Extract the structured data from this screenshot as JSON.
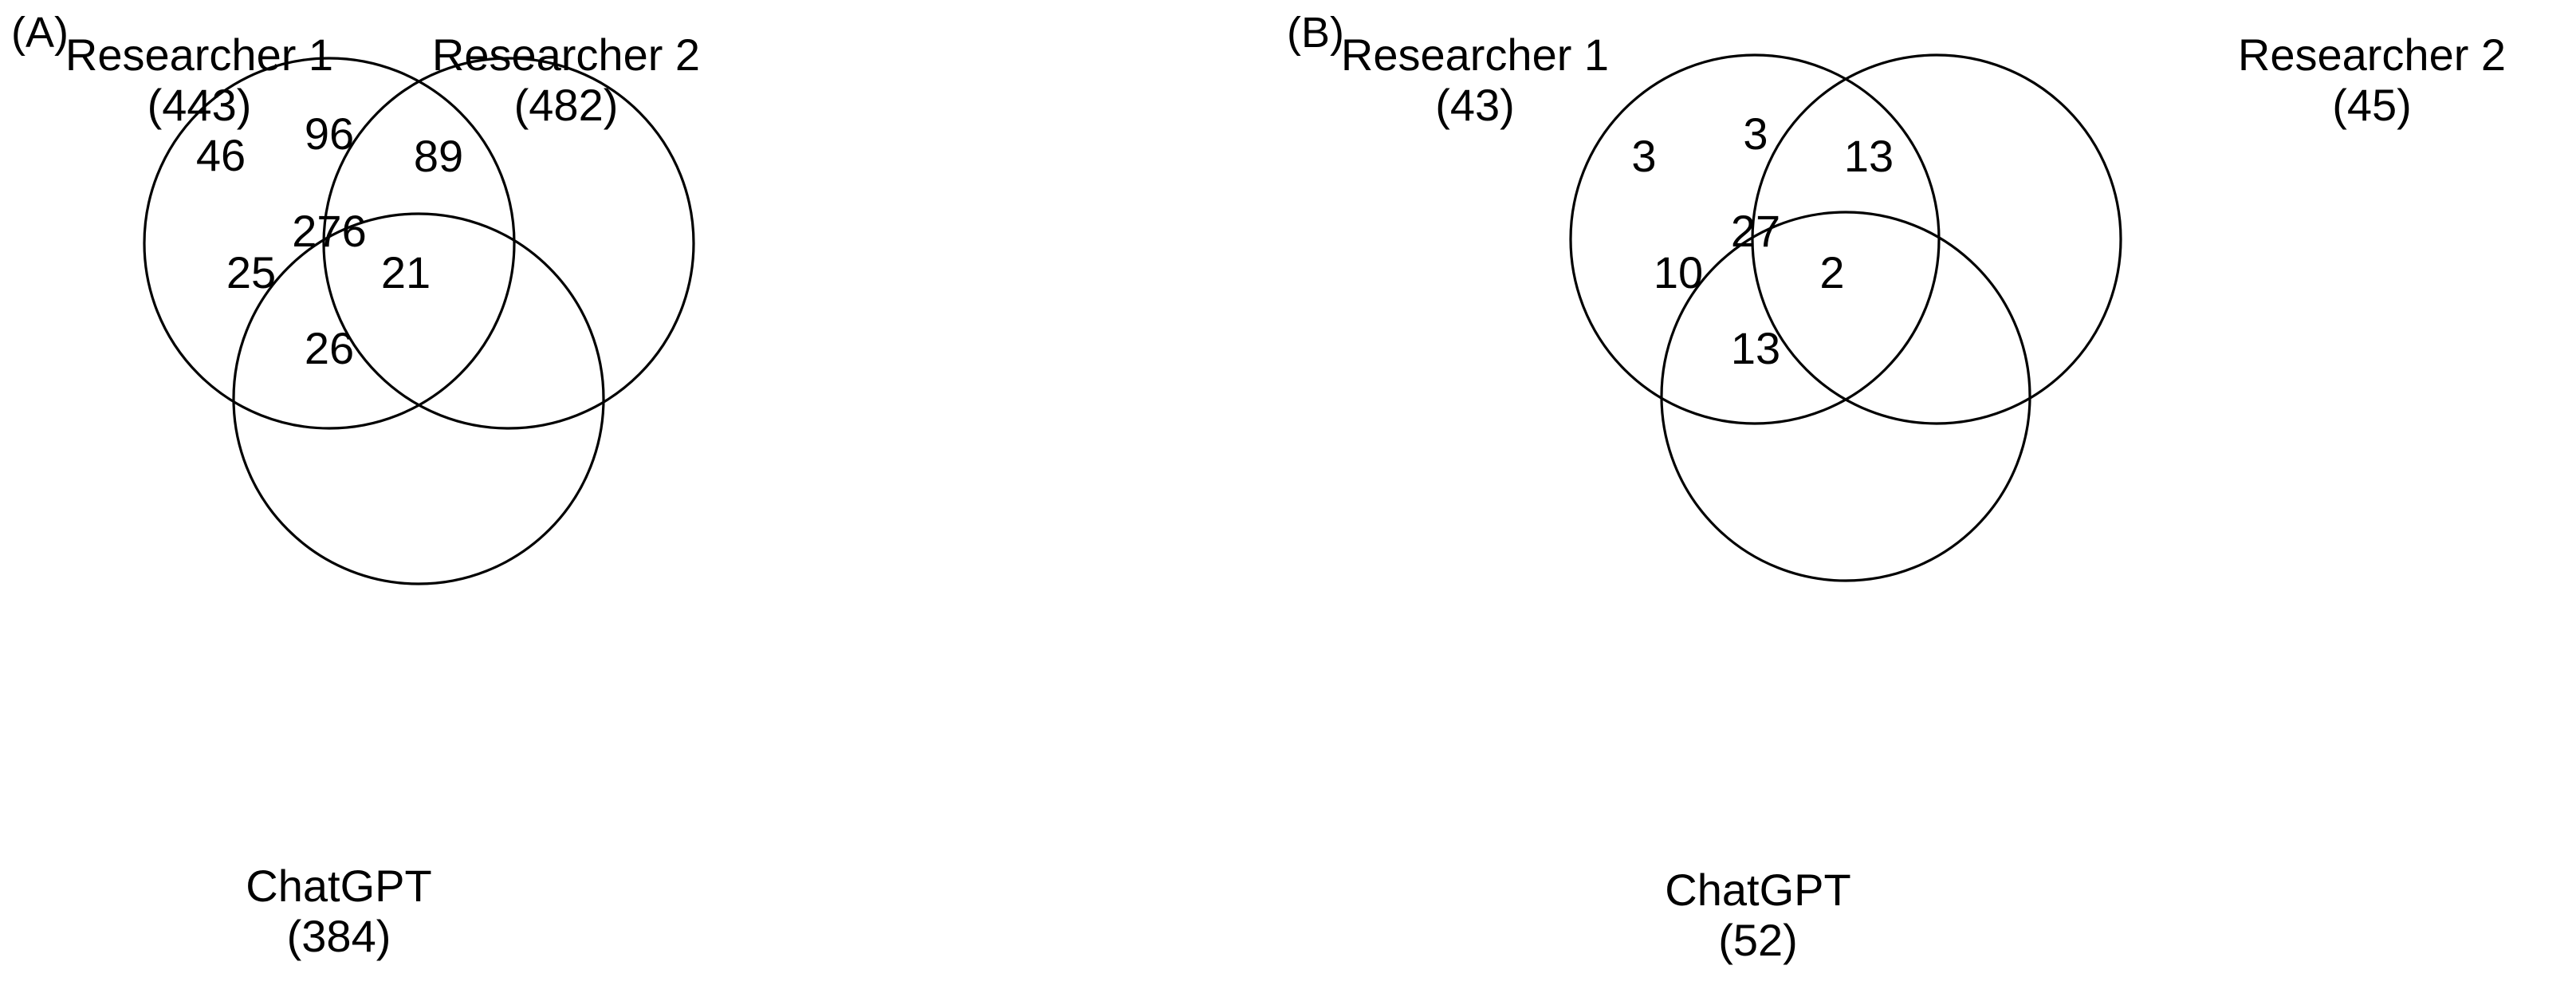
{
  "figure": {
    "background_color": "#ffffff",
    "stroke_color": "#000000",
    "text_color": "#000000"
  },
  "panels": [
    {
      "letter": "(A)",
      "sets": {
        "left": {
          "name": "Researcher 1",
          "count": "(443)"
        },
        "right": {
          "name": "Researcher 2",
          "count": "(482)"
        },
        "bottom": {
          "name": "ChatGPT",
          "count": "(384)"
        }
      },
      "regions": {
        "left_only": "46",
        "left_right": "96",
        "right_only": "89",
        "left_bottom": "25",
        "all_three": "276",
        "right_bottom": "21",
        "bottom_only": "26"
      }
    },
    {
      "letter": "(B)",
      "sets": {
        "left": {
          "name": "Researcher 1",
          "count": "(43)"
        },
        "right": {
          "name": "Researcher 2",
          "count": "(45)"
        },
        "bottom": {
          "name": "ChatGPT",
          "count": "(52)"
        }
      },
      "regions": {
        "left_only": "3",
        "left_right": "3",
        "right_only": "13",
        "left_bottom": "10",
        "all_three": "27",
        "right_bottom": "2",
        "bottom_only": "13"
      }
    }
  ],
  "chart_data": {
    "type": "venn",
    "title": "",
    "panel_count": 2,
    "panels": [
      {
        "label": "(A)",
        "set_names": [
          "Researcher 1",
          "Researcher 2",
          "ChatGPT"
        ],
        "set_totals": [
          443,
          482,
          384
        ],
        "regions": {
          "Researcher 1 only": 46,
          "Researcher 1 & Researcher 2 only": 96,
          "Researcher 2 only": 89,
          "Researcher 1 & ChatGPT only": 25,
          "Researcher 1 & Researcher 2 & ChatGPT": 276,
          "Researcher 2 & ChatGPT only": 21,
          "ChatGPT only": 26
        }
      },
      {
        "label": "(B)",
        "set_names": [
          "Researcher 1",
          "Researcher 2",
          "ChatGPT"
        ],
        "set_totals": [
          43,
          45,
          52
        ],
        "regions": {
          "Researcher 1 only": 3,
          "Researcher 1 & Researcher 2 only": 3,
          "Researcher 2 only": 13,
          "Researcher 1 & ChatGPT only": 10,
          "Researcher 1 & Researcher 2 & ChatGPT": 27,
          "Researcher 2 & ChatGPT only": 2,
          "ChatGPT only": 13
        }
      }
    ]
  }
}
